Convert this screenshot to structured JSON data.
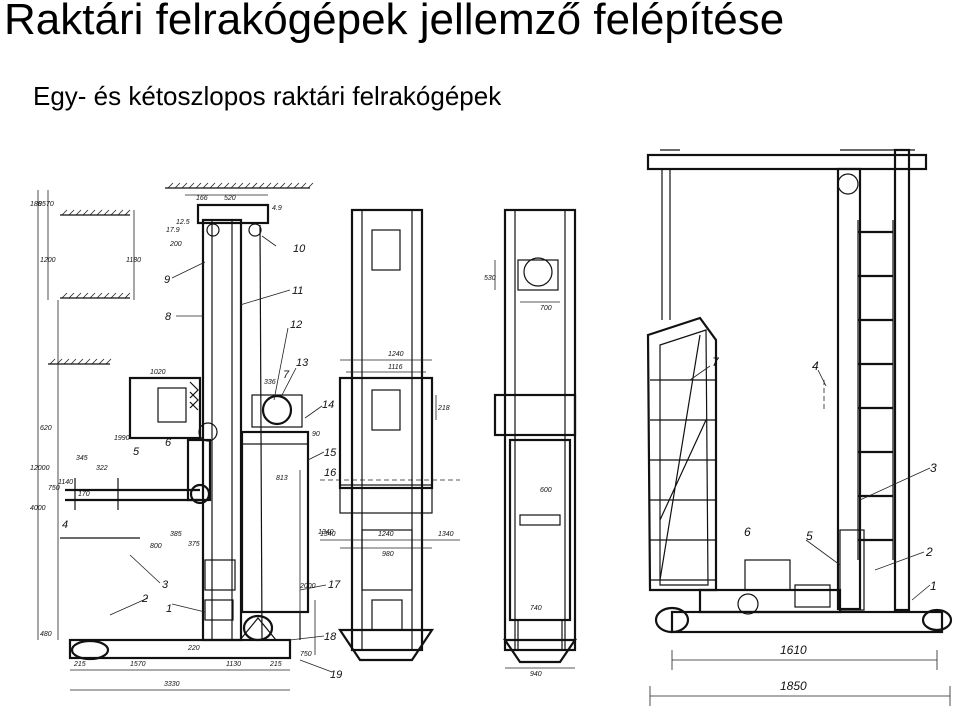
{
  "title": "Raktári felrakógépek jellemző felépítése",
  "subtitle": "Egy- és kétoszlopos raktári felrakógépek",
  "drawing1": {
    "dims": [
      "180",
      "85",
      "70",
      "1200",
      "1180",
      "166",
      "520",
      "4.9",
      "17.9",
      "200",
      "12.5",
      "1990",
      "12000",
      "4000",
      "750",
      "345",
      "322",
      "1140",
      "170",
      "800",
      "385",
      "375",
      "620",
      "480",
      "220",
      "215",
      "1570",
      "1130",
      "215",
      "3330",
      "1020",
      "336",
      "90",
      "813",
      "2000",
      "1340",
      "750"
    ],
    "callouts": [
      "1",
      "2",
      "3",
      "4",
      "5",
      "6",
      "7",
      "8",
      "9",
      "10",
      "11",
      "12",
      "13",
      "14",
      "15",
      "16",
      "17",
      "18",
      "19"
    ]
  },
  "drawing2": {
    "dims": [
      "530",
      "700",
      "1240",
      "1116",
      "218",
      "600",
      "740",
      "1340",
      "1240",
      "980",
      "1340",
      "940"
    ]
  },
  "drawing3": {
    "dims": [
      "1610",
      "1850"
    ],
    "callouts": [
      "1",
      "2",
      "3",
      "4",
      "5",
      "6",
      "7"
    ]
  }
}
